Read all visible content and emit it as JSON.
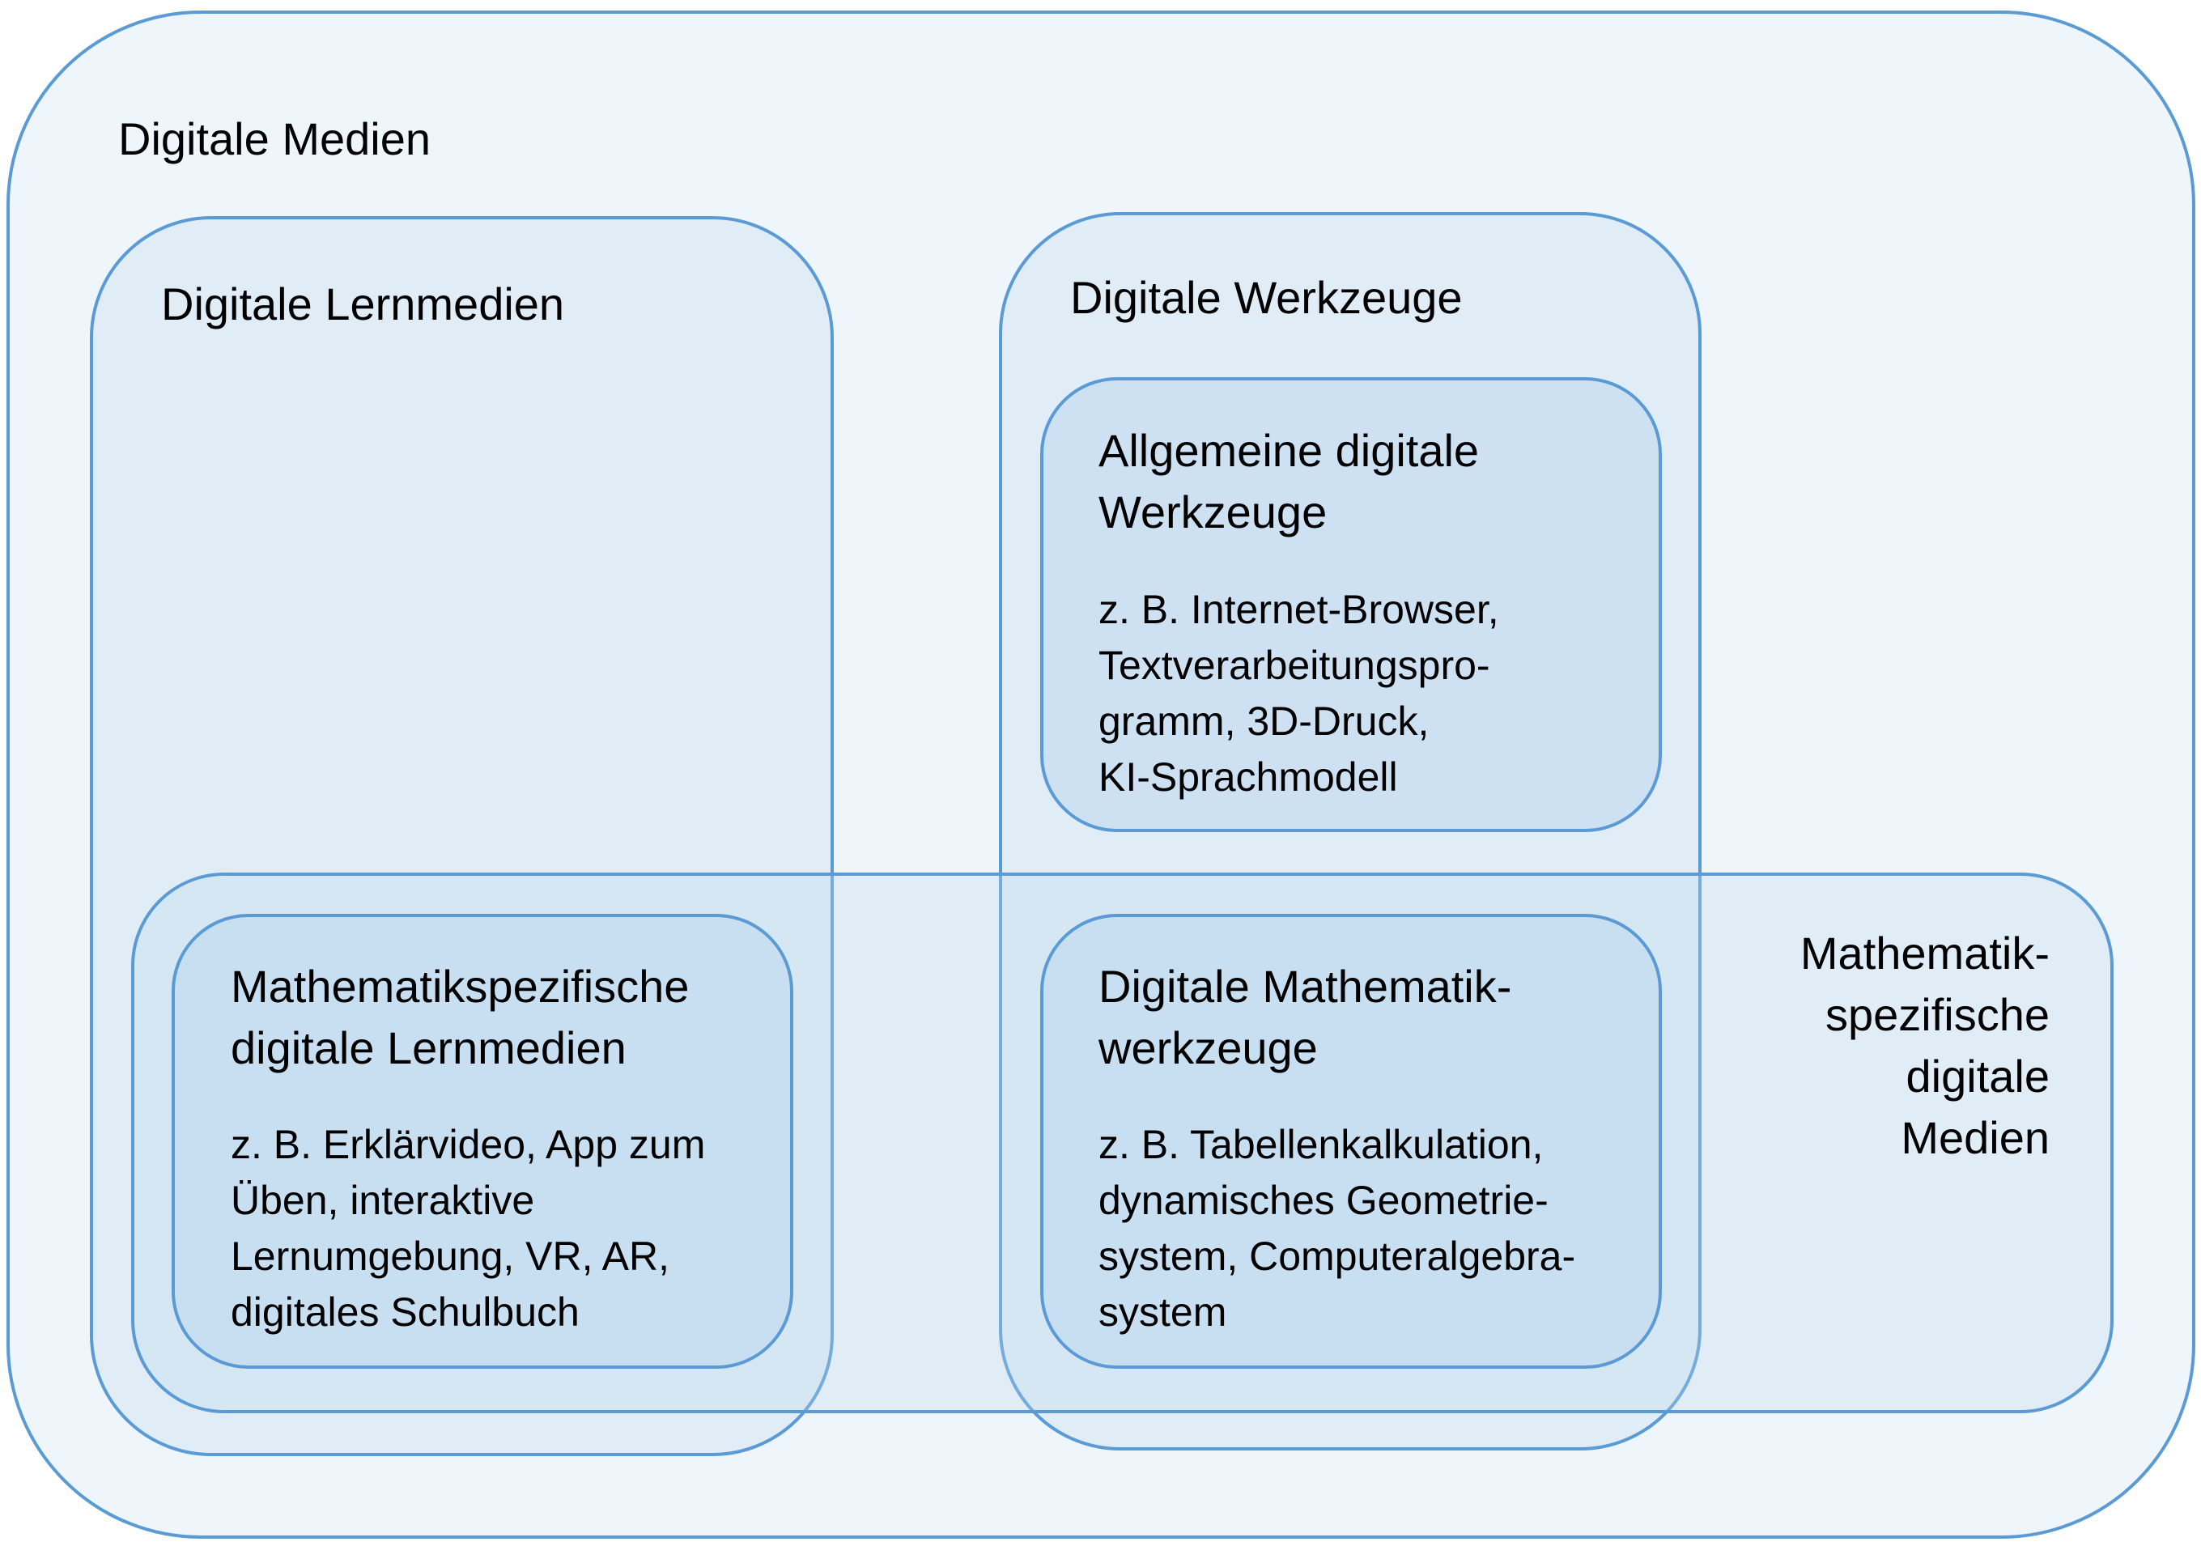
{
  "outer": {
    "title": "Digitale Medien"
  },
  "lernmedien": {
    "title": "Digitale Lernmedien"
  },
  "werkzeuge": {
    "title": "Digitale Werkzeuge"
  },
  "allgemeine_werkzeuge": {
    "title_lines": [
      "Allgemeine digitale",
      "Werkzeuge"
    ],
    "example_lines": [
      "z. B. Internet-Browser,",
      "Textverarbeitungspro-",
      "gramm, 3D-Druck,",
      "KI-Sprachmodell"
    ]
  },
  "math_lernmedien": {
    "title_lines": [
      "Mathematikspezifische",
      "digitale Lernmedien"
    ],
    "example_lines": [
      "z. B. Erklärvideo, App zum",
      "Üben, interaktive",
      "Lernumgebung, VR, AR,",
      "digitales Schulbuch"
    ]
  },
  "math_werkzeuge": {
    "title_lines": [
      "Digitale Mathematik-",
      "werkzeuge"
    ],
    "example_lines": [
      "z. B. Tabellenkalkulation,",
      "dynamisches Geometrie-",
      "system, Computeralgebra-",
      "system"
    ]
  },
  "math_medien": {
    "title_lines": [
      "Mathematik-",
      "spezifische",
      "digitale",
      "Medien"
    ]
  },
  "colors": {
    "border": "#5b9bd5",
    "fill": "#bdd7ee",
    "text": "#000000"
  }
}
